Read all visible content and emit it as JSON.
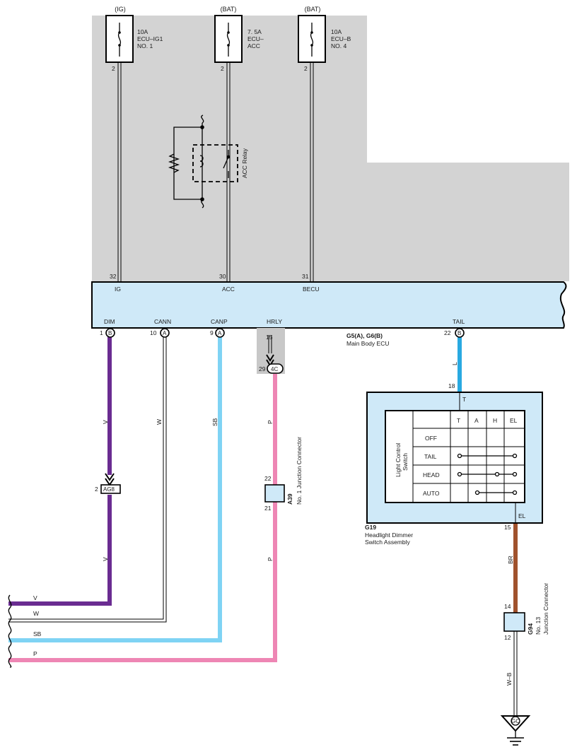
{
  "fuses": [
    {
      "source": "(IG)",
      "rating": "10A",
      "name_line1": "ECU–IG1",
      "name_line2": "NO. 1",
      "pin": "2"
    },
    {
      "source": "(BAT)",
      "rating": "7. 5A",
      "name_line1": "ECU–",
      "name_line2": "ACC",
      "pin": "2"
    },
    {
      "source": "(BAT)",
      "rating": "10A",
      "name_line1": "ECU–B",
      "name_line2": "NO. 4",
      "pin": "2"
    }
  ],
  "relay": {
    "label": "ACC Relay"
  },
  "ecu": {
    "code": "G5(A), G6(B)",
    "name": "Main Body ECU",
    "top_terminals": [
      {
        "pin": "32",
        "name": "IG"
      },
      {
        "pin": "30",
        "name": "ACC"
      },
      {
        "pin": "31",
        "name": "BECU"
      }
    ],
    "bottom_terminals": [
      {
        "pin": "1",
        "conn": "B",
        "name": "DIM"
      },
      {
        "pin": "10",
        "conn": "A",
        "name": "CANN"
      },
      {
        "pin": "9",
        "conn": "A",
        "name": "CANP"
      },
      {
        "pin": "15",
        "conn": "",
        "name": "HRLY"
      },
      {
        "pin": "22",
        "conn": "B",
        "name": "TAIL"
      }
    ]
  },
  "wires": [
    {
      "name": "dim-wire",
      "color_code": "V",
      "color": "#6a2c91",
      "label_lower": "V"
    },
    {
      "name": "cann-wire",
      "color_code": "W",
      "color": "#ffffff"
    },
    {
      "name": "canp-wire",
      "color_code": "SB",
      "color": "#7fd3f4"
    },
    {
      "name": "hrly-wire",
      "color_code": "P",
      "color": "#ee86b4",
      "label_lower": "P"
    },
    {
      "name": "tail-wire",
      "color_code": "L",
      "color": "#29a9e1"
    },
    {
      "name": "el-wire",
      "color_code": "BR",
      "color": "#a0522d"
    },
    {
      "name": "ground-wire",
      "color_code": "W–B",
      "color": "#ffffff"
    }
  ],
  "left_edge_labels": [
    "V",
    "W",
    "SB",
    "P"
  ],
  "connectors": {
    "ag8": {
      "pin": "2",
      "name": "AG8"
    },
    "c4c": {
      "pin": "29",
      "name": "4C"
    },
    "a39": {
      "code": "A39",
      "name": "No. 1 Junction Connector",
      "pin_top": "22",
      "pin_bottom": "21"
    },
    "g94": {
      "code": "G94",
      "name_line1": "No. 13",
      "name_line2": "Junction Connector",
      "pin_top": "14",
      "pin_bottom": "12"
    }
  },
  "switch": {
    "code": "G19",
    "name_line1": "Headlight Dimmer",
    "name_line2": "Switch Assembly",
    "pin_in": "18",
    "terminal_in": "T",
    "pin_out": "15",
    "terminal_out": "EL",
    "table_title_line1": "Light Control",
    "table_title_line2": "Switch",
    "columns": [
      "T",
      "A",
      "H",
      "EL"
    ],
    "rows": [
      "OFF",
      "TAIL",
      "HEAD",
      "AUTO"
    ]
  },
  "ground": {
    "name": "GC"
  },
  "colors": {
    "panel": "#d3d3d3",
    "ecu_fill": "#cfe9f8",
    "switch_fill": "#cfe9f8",
    "conn_shade": "#c8c8c8"
  }
}
